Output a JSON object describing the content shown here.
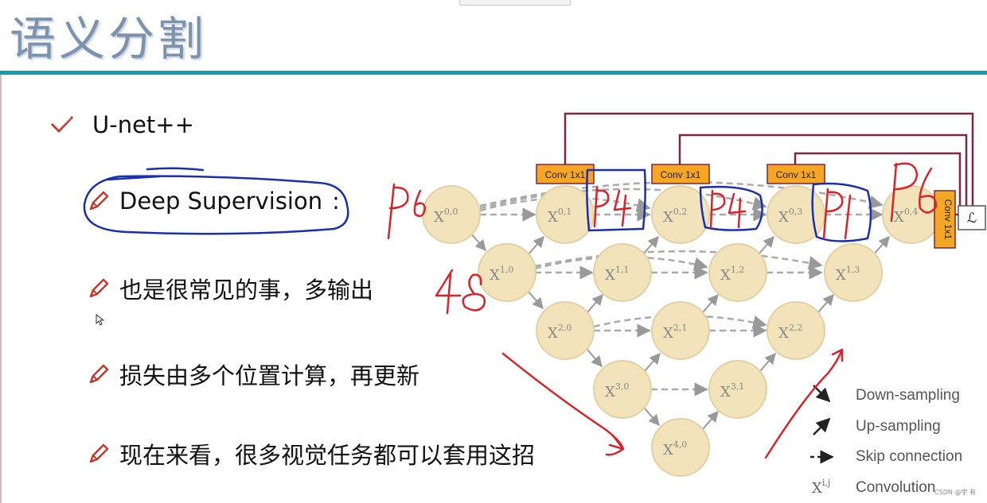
{
  "slide": {
    "title": "语义分割",
    "bullets": [
      {
        "text": "U-net++",
        "icon": "checkmark-icon"
      },
      {
        "text": "Deep Supervision",
        "suffix": ":",
        "icon": "pencil-icon"
      },
      {
        "text": "也是很常见的事，多输出",
        "icon": "pencil-icon"
      },
      {
        "text": "损失由多个位置计算，再更新",
        "icon": "pencil-icon"
      },
      {
        "text": "现在来看，很多视觉任务都可以套用这招",
        "icon": "pencil-icon"
      }
    ],
    "watermark": "CSDN @宇 有"
  },
  "diagram": {
    "nodes": [
      {
        "id": "x00",
        "main": "X",
        "sup": "0,0"
      },
      {
        "id": "x01",
        "main": "X",
        "sup": "0,1"
      },
      {
        "id": "x02",
        "main": "X",
        "sup": "0,2"
      },
      {
        "id": "x03",
        "main": "X",
        "sup": "0,3"
      },
      {
        "id": "x04",
        "main": "X",
        "sup": "0,4"
      },
      {
        "id": "x10",
        "main": "X",
        "sup": "1,0"
      },
      {
        "id": "x11",
        "main": "X",
        "sup": "1,1"
      },
      {
        "id": "x12",
        "main": "X",
        "sup": "1,2"
      },
      {
        "id": "x13",
        "main": "X",
        "sup": "1,3"
      },
      {
        "id": "x20",
        "main": "X",
        "sup": "2,0"
      },
      {
        "id": "x21",
        "main": "X",
        "sup": "2,1"
      },
      {
        "id": "x22",
        "main": "X",
        "sup": "2,2"
      },
      {
        "id": "x30",
        "main": "X",
        "sup": "3,0"
      },
      {
        "id": "x31",
        "main": "X",
        "sup": "3,1"
      },
      {
        "id": "x40",
        "main": "X",
        "sup": "4,0"
      }
    ],
    "conv_labels": [
      "Conv 1x1",
      "Conv 1x1",
      "Conv 1x1",
      "Conv 1x1"
    ],
    "loss_symbol": "ℒ",
    "legend": [
      {
        "label": "Down-sampling",
        "symbol": "down-arrow-icon"
      },
      {
        "label": "Up-sampling",
        "symbol": "up-arrow-icon"
      },
      {
        "label": "Skip connection",
        "symbol": "dashed-arrow-icon"
      },
      {
        "label": "Convolution",
        "symbol_text": "X",
        "symbol_sup": "i,j"
      }
    ],
    "annotations": [
      "P6",
      "P4",
      "P4",
      "P1",
      "P6",
      "48"
    ],
    "colors": {
      "node_fill": "#f2e3bb",
      "node_stroke": "#e2d1a4",
      "conv_box": "#f5a623",
      "frame_line": "#7b2745",
      "arrow": "#999999",
      "ink_blue": "#1a2fb0",
      "ink_red": "#d9232a",
      "title_color": "#7d93ad",
      "rule_color": "#1d9aa8"
    }
  }
}
